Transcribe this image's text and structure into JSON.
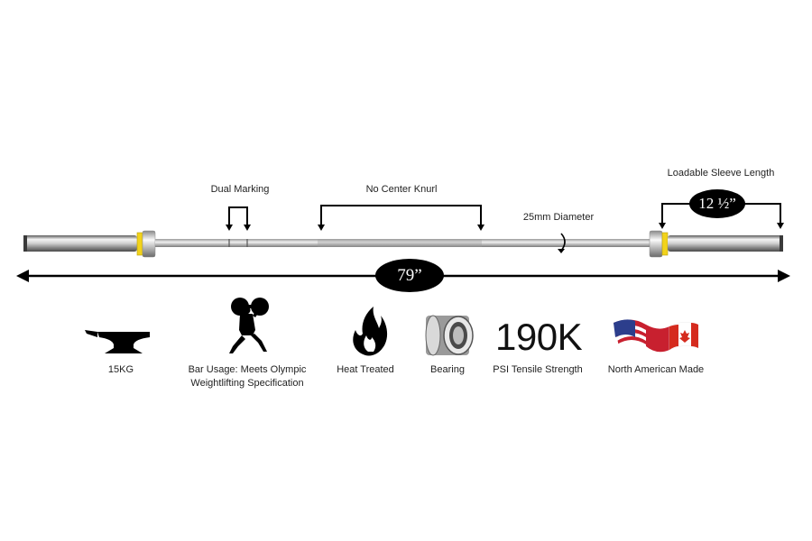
{
  "annotations": {
    "dual_marking": "Dual Marking",
    "no_center_knurl": "No Center Knurl",
    "diameter": "25mm Diameter",
    "sleeve_length_label": "Loadable Sleeve Length",
    "sleeve_length_value": "12 ½”",
    "total_length": "79”"
  },
  "features": [
    {
      "icon": "anvil-icon",
      "label": "15KG"
    },
    {
      "icon": "weightlifter-icon",
      "label": "Bar Usage: Meets Olympic Weightlifting Specification"
    },
    {
      "icon": "flame-icon",
      "label": "Heat Treated"
    },
    {
      "icon": "bearing-icon",
      "label": "Bearing"
    },
    {
      "icon": "190k-text",
      "value": "190K",
      "label": "PSI Tensile Strength"
    },
    {
      "icon": "usa-canada-flags-icon",
      "label": "North American Made"
    }
  ],
  "colors": {
    "collar_ring": "#f2d31b",
    "pill": "#000000",
    "chrome_light": "#f4f4f4",
    "chrome_dark": "#6a6a6a",
    "usa_red": "#c8202f",
    "usa_blue": "#2c3e8c",
    "canada_red": "#d52b1e"
  }
}
